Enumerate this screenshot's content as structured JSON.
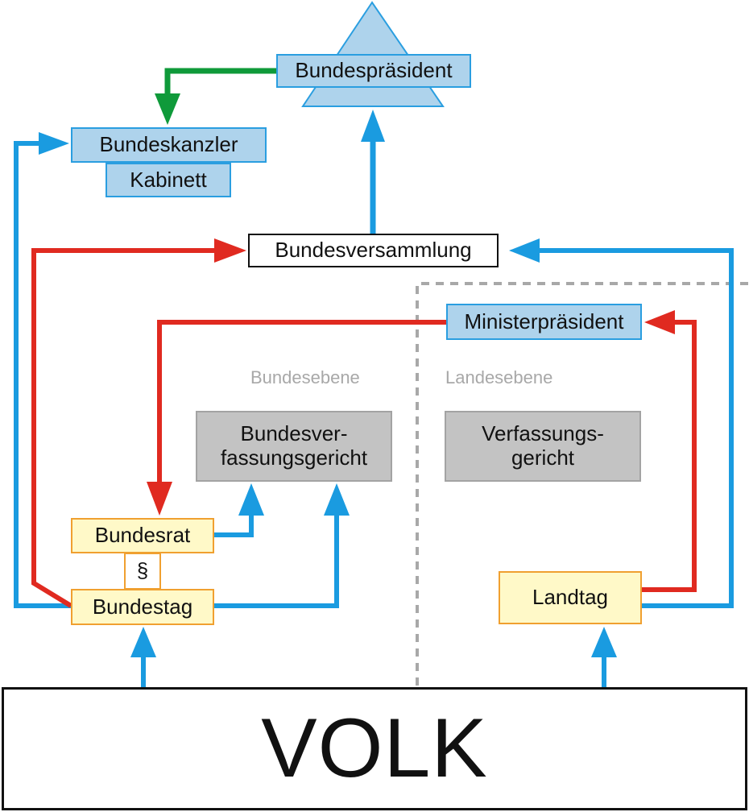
{
  "nodes": {
    "bundespraesident": "Bundespräsident",
    "bundeskanzler": "Bundeskanzler",
    "kabinett": "Kabinett",
    "bundesversammlung": "Bundesversammlung",
    "ministerpraesident": "Ministerpräsident",
    "bundesverfassungsgericht_line1": "Bundesver-",
    "bundesverfassungsgericht_line2": "fassungsgericht",
    "verfassungsgericht_line1": "Verfassungs-",
    "verfassungsgericht_line2": "gericht",
    "bundesrat": "Bundesrat",
    "paragraph": "§",
    "bundestag": "Bundestag",
    "landtag": "Landtag",
    "volk": "VOLK"
  },
  "levels": {
    "federal": "Bundesebene",
    "state": "Landesebene"
  },
  "colors": {
    "election_arrow": "#1a9be0",
    "delegation_arrow": "#e02a20",
    "appointment_arrow": "#0f9a3a",
    "organ_fill": "#aed3ec",
    "parliament_fill": "#fff9c8",
    "court_fill": "#c3c3c3",
    "divider": "#a8a8a8"
  }
}
